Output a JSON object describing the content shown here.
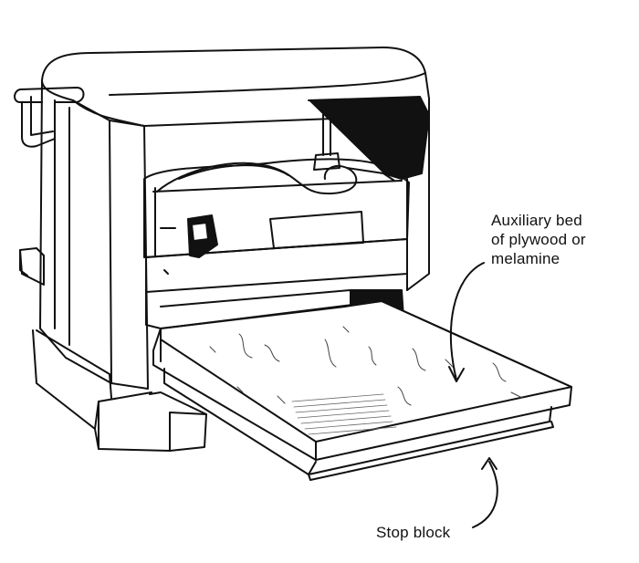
{
  "labels": {
    "auxiliary_bed": [
      "Auxiliary bed",
      "of plywood or",
      "melamine"
    ],
    "stop_block": "Stop block"
  },
  "colors": {
    "ink": "#111111",
    "paper": "#ffffff"
  }
}
